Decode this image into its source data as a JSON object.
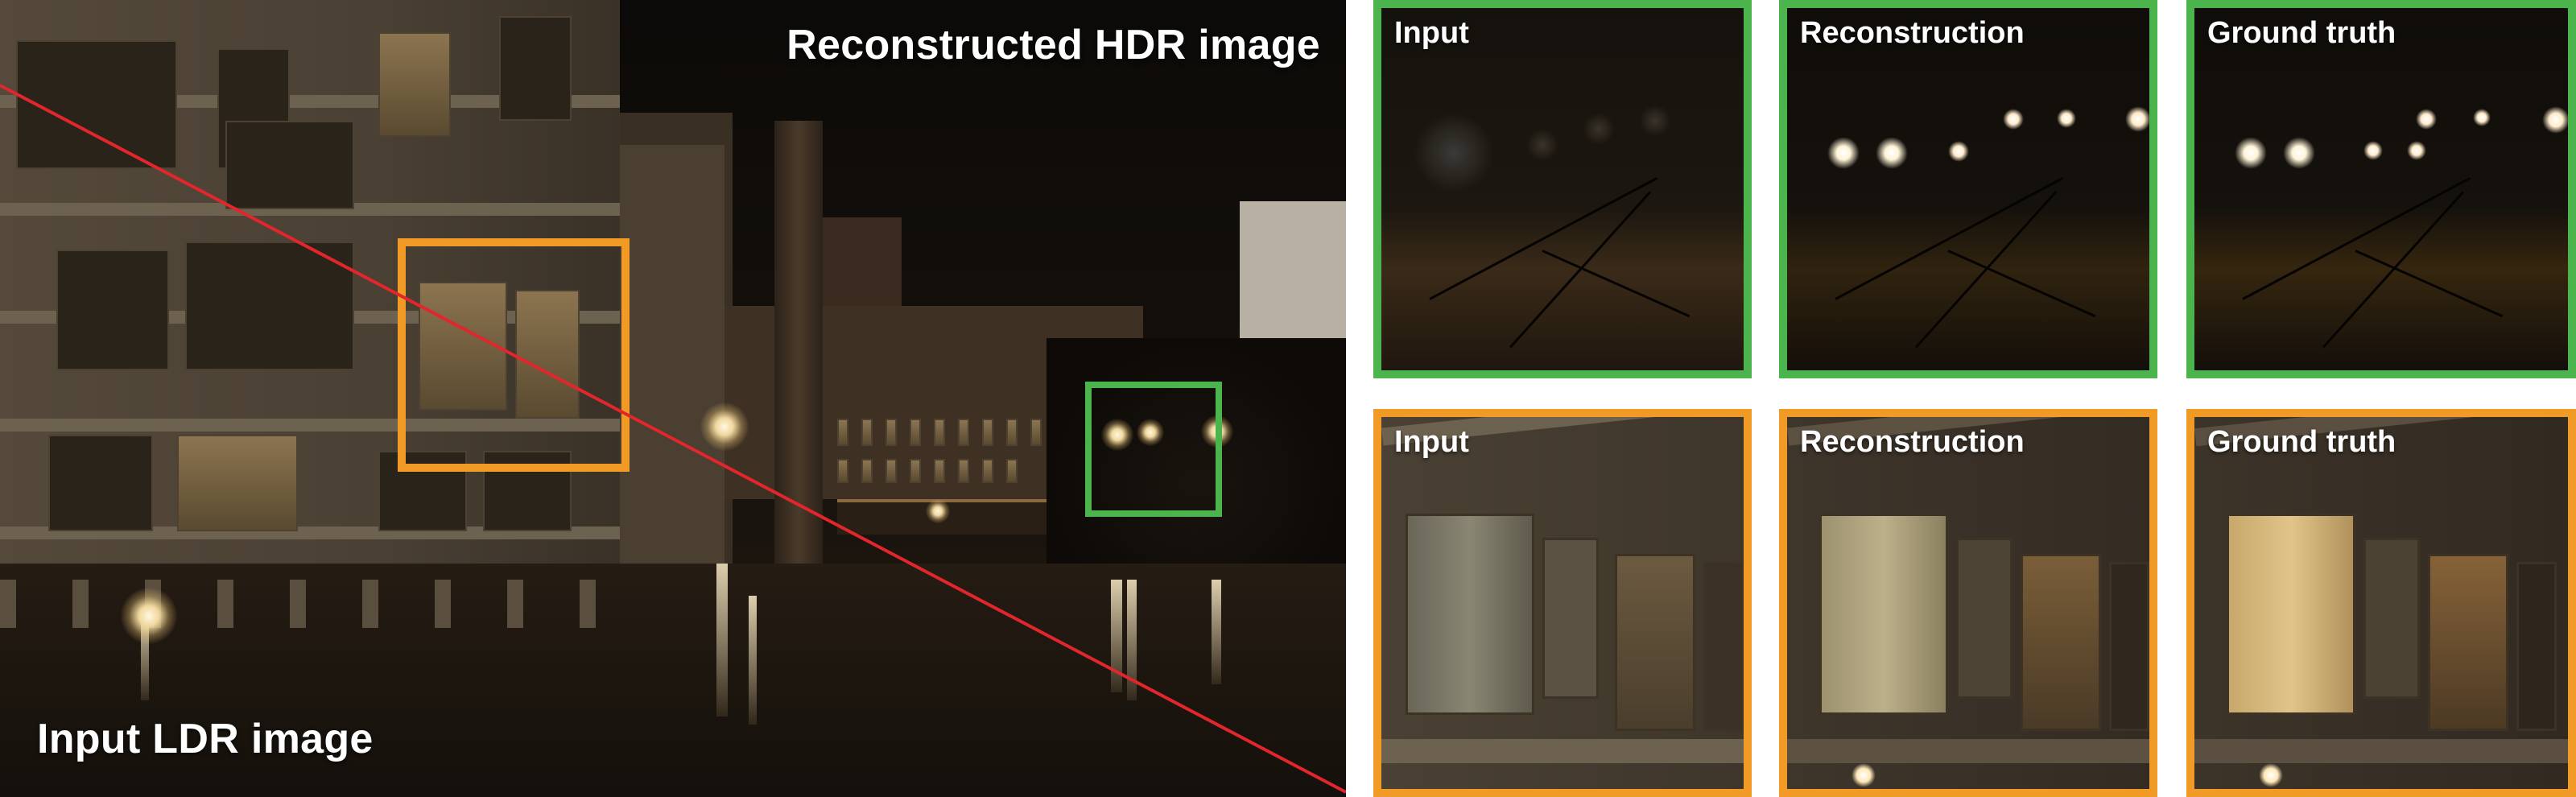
{
  "scene": {
    "top_right_label": "Reconstructed HDR image",
    "bottom_left_label": "Input LDR image",
    "diagonal_color": "#e2262c"
  },
  "highlight_boxes": {
    "building_box_color": "#f29a26",
    "trees_box_color": "#4cb44c"
  },
  "crops": {
    "green_row": [
      {
        "label": "Input"
      },
      {
        "label": "Reconstruction"
      },
      {
        "label": "Ground truth"
      }
    ],
    "orange_row": [
      {
        "label": "Input"
      },
      {
        "label": "Reconstruction"
      },
      {
        "label": "Ground truth"
      }
    ]
  }
}
